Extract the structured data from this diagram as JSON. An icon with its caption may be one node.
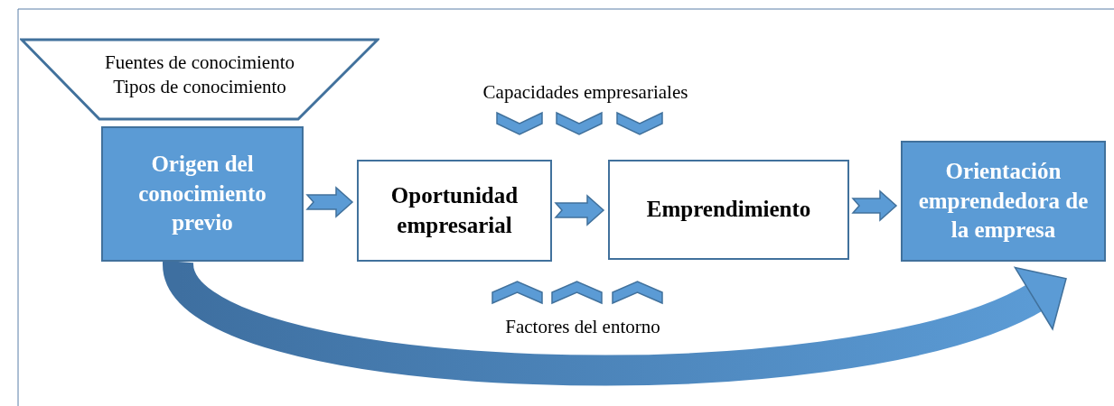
{
  "diagram": {
    "nodes": [
      {
        "text": [
          "Fuentes de conocimiento",
          "Tipos de conocimiento"
        ]
      },
      {
        "text": [
          "Origen del conocimiento previo"
        ]
      },
      {
        "text": [
          "Oportunidad empresarial"
        ]
      },
      {
        "text": [
          "Emprendimiento"
        ]
      },
      {
        "text": [
          "Orientación emprendedora de la empresa"
        ]
      }
    ],
    "edges": [
      {
        "from": 1,
        "to": 2,
        "arrow": "to"
      },
      {
        "from": 2,
        "to": 3,
        "arrow": "to"
      },
      {
        "from": 3,
        "to": 4,
        "arrow": "to"
      },
      {
        "from": 1,
        "to": 4,
        "arrow": "to",
        "style": "thick"
      }
    ],
    "labels": [
      "Capacidades empresariales",
      "Factores del entorno"
    ]
  }
}
